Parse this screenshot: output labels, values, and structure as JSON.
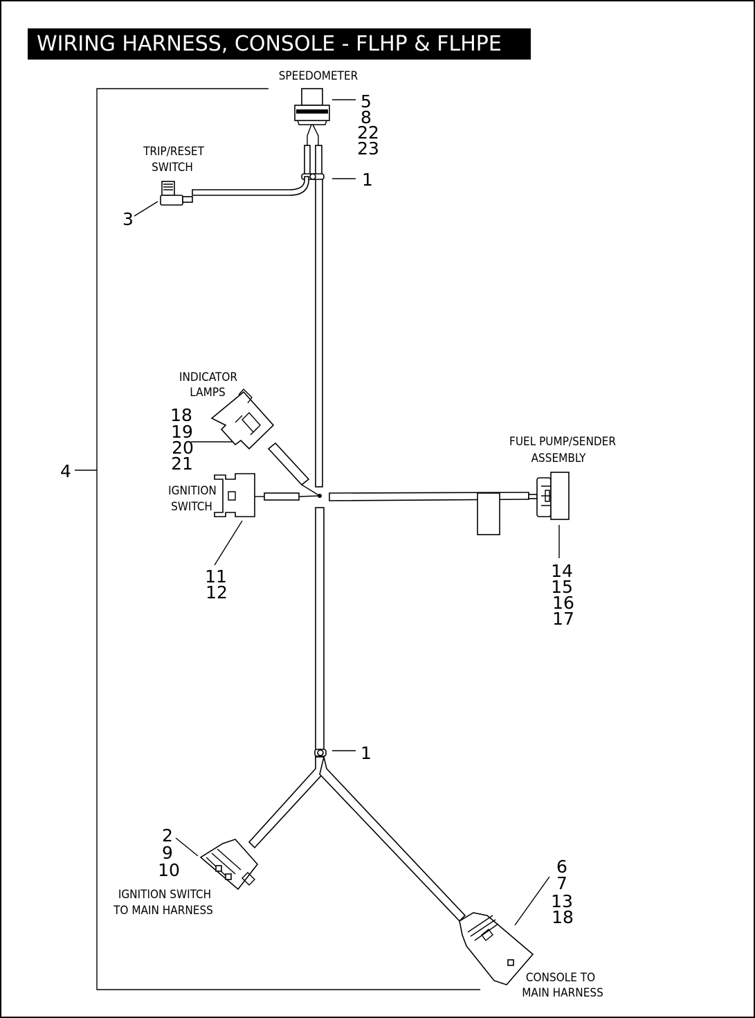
{
  "title": "WIRING HARNESS, CONSOLE - FLHP & FLHPE",
  "labels": {
    "speedometer": "SPEEDOMETER",
    "trip_reset_1": "TRIP/RESET",
    "trip_reset_2": "SWITCH",
    "indicator_1": "INDICATOR",
    "indicator_2": "LAMPS",
    "ignition_1": "IGNITION",
    "ignition_2": "SWITCH",
    "fuel_1": "FUEL PUMP/SENDER",
    "fuel_2": "ASSEMBLY",
    "ign_main_1": "IGNITION SWITCH",
    "ign_main_2": "TO MAIN HARNESS",
    "console_1": "CONSOLE TO",
    "console_2": "MAIN HARNESS"
  },
  "callouts": {
    "speedometer": [
      "5",
      "8",
      "22",
      "23"
    ],
    "clip_top": "1",
    "trip_reset": "3",
    "harness": "4",
    "indicator": [
      "18",
      "19",
      "20",
      "21"
    ],
    "ignition": [
      "11",
      "12"
    ],
    "fuel": [
      "14",
      "15",
      "16",
      "17"
    ],
    "clip_bottom": "1",
    "ign_main": [
      "2",
      "9",
      "10"
    ],
    "console": [
      "6",
      "7",
      "13",
      "18"
    ]
  }
}
